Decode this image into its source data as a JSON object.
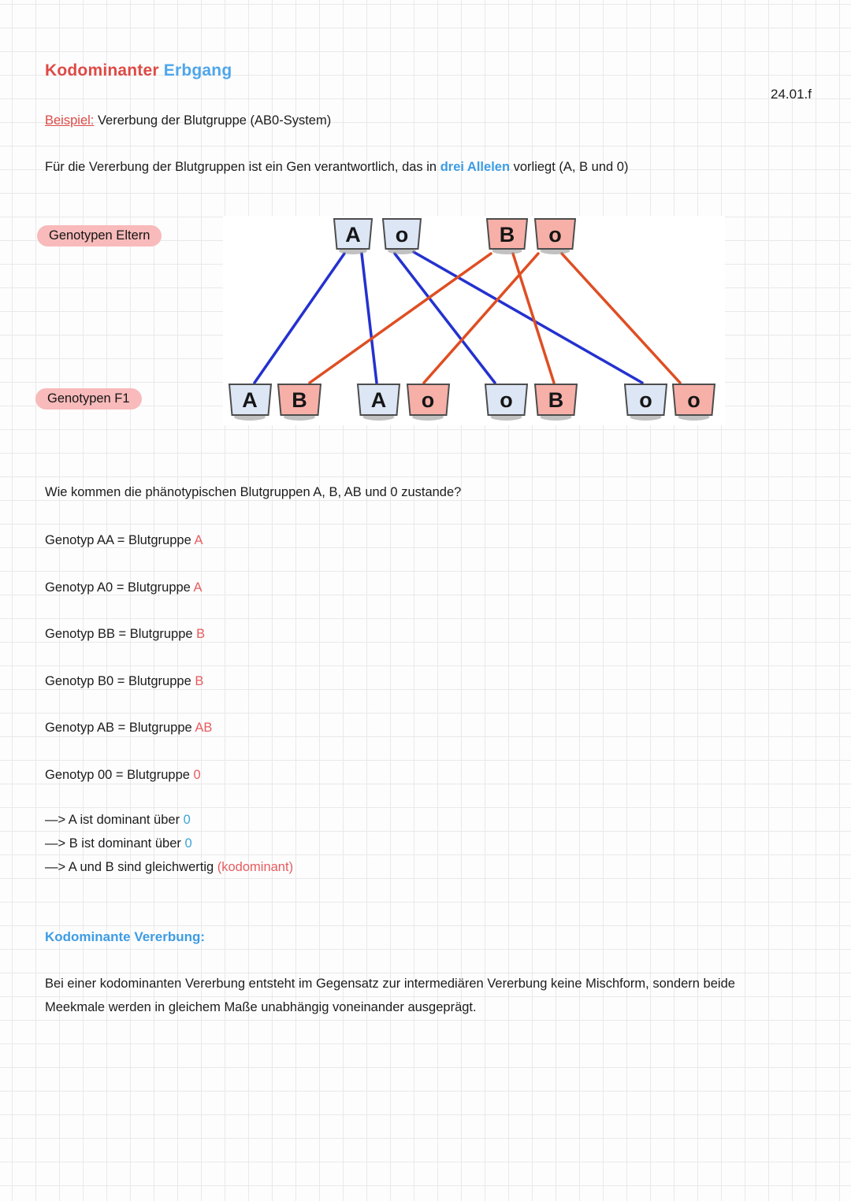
{
  "page": {
    "date": "24.01.f"
  },
  "title": {
    "part1": "Kodominanter",
    "part2": "Erbgang"
  },
  "intro": {
    "beispiel_label": "Beispiel:",
    "beispiel_text": " Vererbung der Blutgruppe (AB0-System)",
    "gene_line_pre": "Für die Vererbung der Blutgruppen ist ein Gen verantwortlich, das in ",
    "gene_line_highlight": "drei Allelen",
    "gene_line_post": " vorliegt (A, B und 0)"
  },
  "diagram": {
    "parents_label": "Genotypen Eltern",
    "f1_label": "Genotypen F1",
    "parent_alleles": [
      {
        "letter": "A",
        "group": "blue"
      },
      {
        "letter": "o",
        "group": "blue"
      },
      {
        "letter": "B",
        "group": "pink"
      },
      {
        "letter": "o",
        "group": "pink"
      }
    ],
    "f1_pairs": [
      [
        "A",
        "B"
      ],
      [
        "A",
        "o"
      ],
      [
        "o",
        "B"
      ],
      [
        "o",
        "o"
      ]
    ],
    "crossings": [
      {
        "from": "parent-A",
        "to": "f1-pair1-A",
        "color": "blue"
      },
      {
        "from": "parent-A",
        "to": "f1-pair2-A",
        "color": "blue"
      },
      {
        "from": "parent-o-left",
        "to": "f1-pair3-o",
        "color": "blue"
      },
      {
        "from": "parent-o-left",
        "to": "f1-pair4-o-left",
        "color": "blue"
      },
      {
        "from": "parent-B",
        "to": "f1-pair1-B",
        "color": "red"
      },
      {
        "from": "parent-B",
        "to": "f1-pair3-B",
        "color": "red"
      },
      {
        "from": "parent-o-right",
        "to": "f1-pair2-o",
        "color": "red"
      },
      {
        "from": "parent-o-right",
        "to": "f1-pair4-o-right",
        "color": "red"
      }
    ]
  },
  "question": "Wie kommen die phänotypischen Blutgruppen A, B, AB und 0 zustande?",
  "genotype_lines": [
    {
      "pre": "Genotyp AA = Blutgruppe ",
      "result": "A"
    },
    {
      "pre": "Genotyp A0 = Blutgruppe ",
      "result": "A"
    },
    {
      "pre": "Genotyp BB = Blutgruppe ",
      "result": "B"
    },
    {
      "pre": "Genotyp B0 = Blutgruppe ",
      "result": "B"
    },
    {
      "pre": "Genotyp AB = Blutgruppe ",
      "result": "AB"
    },
    {
      "pre": "Genotyp 00 = Blutgruppe ",
      "result": "0"
    }
  ],
  "dominance_lines": [
    {
      "pre": "—> A ist dominant über ",
      "colored": "0",
      "color": "blue"
    },
    {
      "pre": "—> B ist dominant über ",
      "colored": "0",
      "color": "blue"
    },
    {
      "pre": "—> A und B sind gleichwertig ",
      "colored": "(kodominant)",
      "color": "red"
    }
  ],
  "section": {
    "heading": "Kodominante Vererbung:",
    "body_line1": "Bei einer kodominanten Vererbung entsteht im Gegensatz zur intermediären Vererbung keine Mischform, sondern beide",
    "body_line2": "Meekmale werden in gleichem Maße unabhängig voneinander ausgeprägt."
  },
  "colors": {
    "title_red": "#dd4a45",
    "title_blue": "#4fa6ea",
    "accent_blue": "#3d9ce4",
    "result_red": "#e75b5e",
    "result_blue": "#3fa3da",
    "pill_pink": "#f8baba",
    "box_blue": "#dce6f5",
    "box_pink": "#f6b0a8",
    "line_blue": "#2431cf",
    "line_red": "#df4e22"
  }
}
